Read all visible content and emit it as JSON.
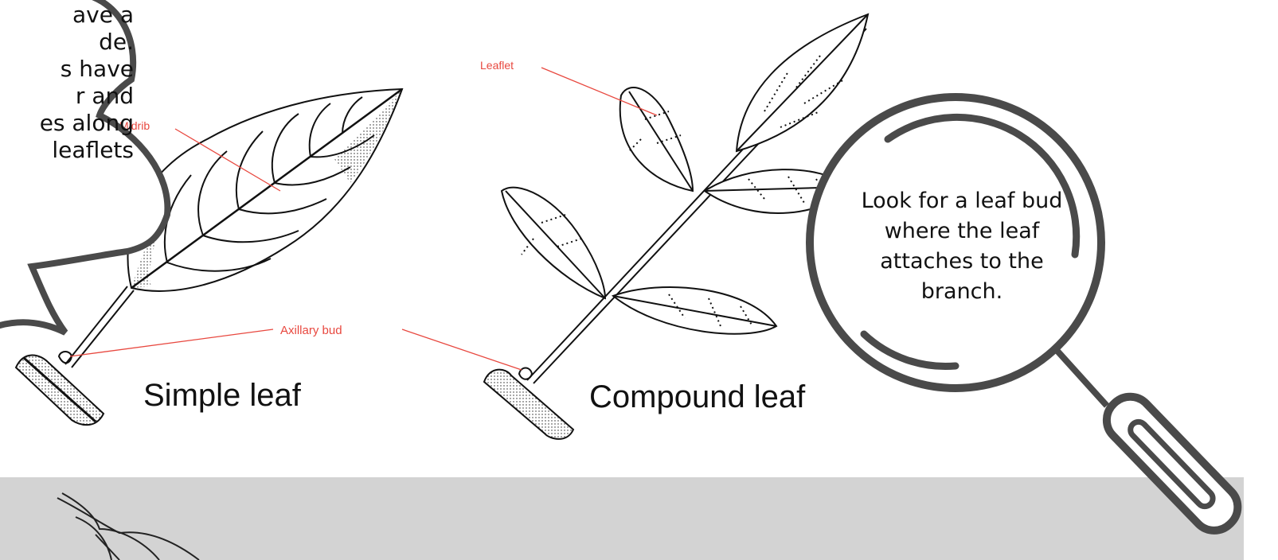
{
  "bubble": {
    "lines": [
      "ave a",
      "de.",
      "s have",
      "r and",
      "es along",
      "leaflets"
    ]
  },
  "labels": {
    "midrib": "Midrib",
    "leaflet": "Leaflet",
    "axillary_bud": "Axillary bud"
  },
  "captions": {
    "simple": "Simple leaf",
    "compound": "Compound leaf"
  },
  "magnifier": {
    "text": "Look for a leaf bud where the leaf attaches to the branch."
  },
  "colors": {
    "label_red": "#e8483f",
    "outline_dark": "#4a4a4a",
    "band_gray": "#d3d3d3"
  }
}
